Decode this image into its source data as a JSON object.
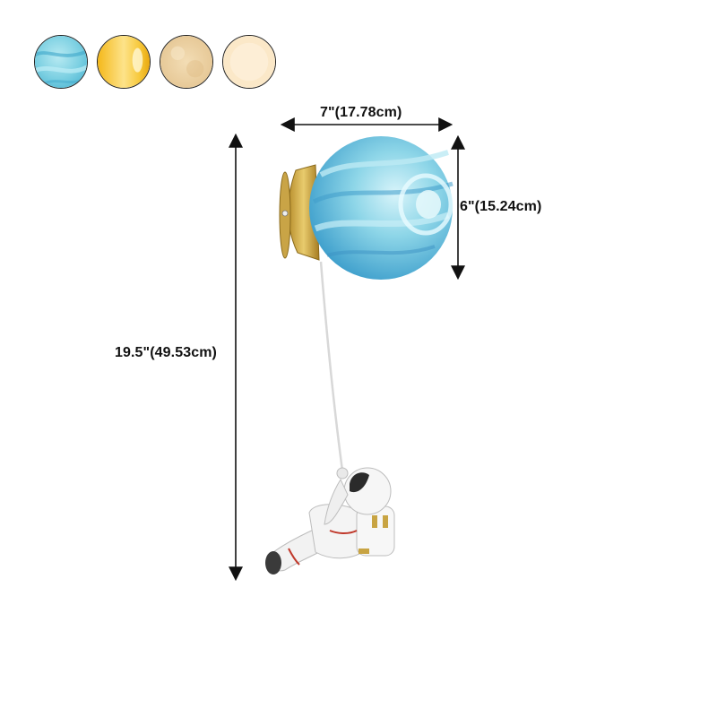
{
  "color_options": [
    {
      "name": "blue-marble",
      "color": "#7ecfe0"
    },
    {
      "name": "gold",
      "color": "#f7c52c"
    },
    {
      "name": "beige",
      "color": "#ecd3a3"
    },
    {
      "name": "cream",
      "color": "#fbe7c6"
    }
  ],
  "dimensions": {
    "width_label": "7\"(17.78cm)",
    "shade_height_label": "6\"(15.24cm)",
    "total_height_label": "19.5\"(49.53cm)"
  }
}
